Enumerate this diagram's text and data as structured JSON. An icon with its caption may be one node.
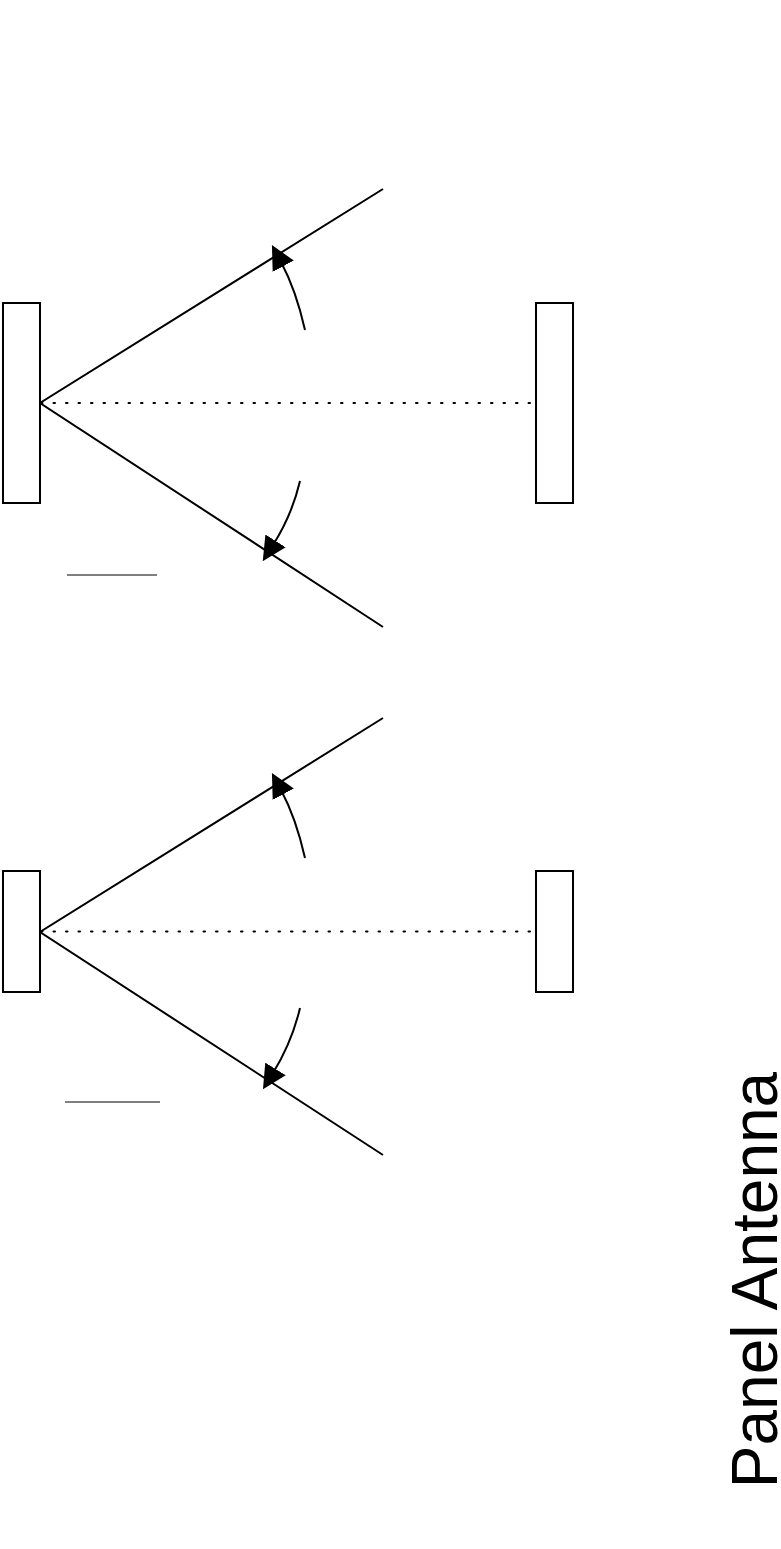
{
  "diagram": {
    "title": "Panel Antenna",
    "nodes": [
      {
        "text": [],
        "shape": "box"
      },
      {
        "text": [],
        "shape": "box"
      },
      {
        "text": [],
        "shape": "box"
      },
      {
        "text": [],
        "shape": "box"
      }
    ],
    "edges": [
      {
        "from": 0,
        "to": 1,
        "arrow": "none",
        "style": "dashed"
      },
      {
        "from": 2,
        "to": 3,
        "arrow": "none",
        "style": "dashed"
      }
    ]
  }
}
